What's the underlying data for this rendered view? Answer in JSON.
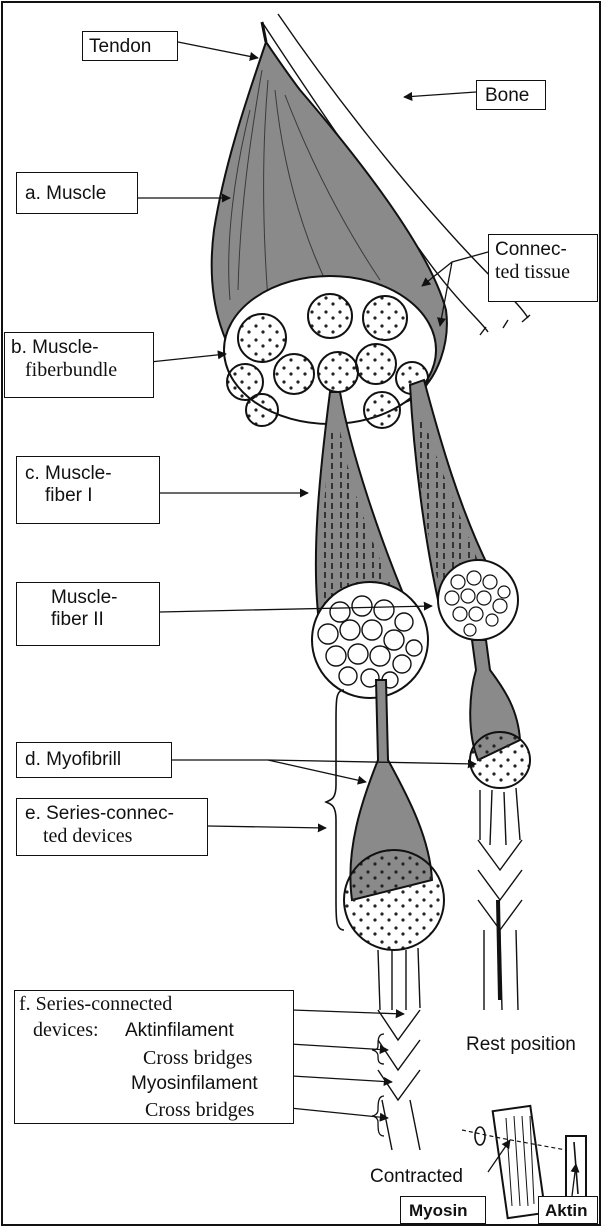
{
  "labels": {
    "tendon": "Tendon",
    "bone": "Bone",
    "muscle": "a. Muscle",
    "connected_tissue": [
      "Connec-",
      "ted tissue"
    ],
    "muscle_fiber_bundle": [
      "b. Muscle-",
      "fiberbundle"
    ],
    "muscle_fiber_1": [
      "c. Muscle-",
      "fiber I"
    ],
    "muscle_fiber_2": [
      "Muscle-",
      "fiber II"
    ],
    "myofibrill": "d. Myofibrill",
    "series_connected": [
      "e. Series-connec-",
      "ted devices"
    ],
    "series_connected_f": {
      "title": "f. Series-connected",
      "devices": "devices:",
      "aktinfilament": "Aktinfilament",
      "cross_bridges_1": "Cross bridges",
      "myosinfilament": "Myosinfilament",
      "cross_bridges_2": "Cross bridges"
    },
    "rest_position": "Rest position",
    "contracted": "Contracted",
    "myosin": "Myosin",
    "aktin": "Aktin"
  },
  "colors": {
    "tissue": "#8a8a8a",
    "tissue_dark": "#5a5a5a",
    "line": "#111111"
  }
}
